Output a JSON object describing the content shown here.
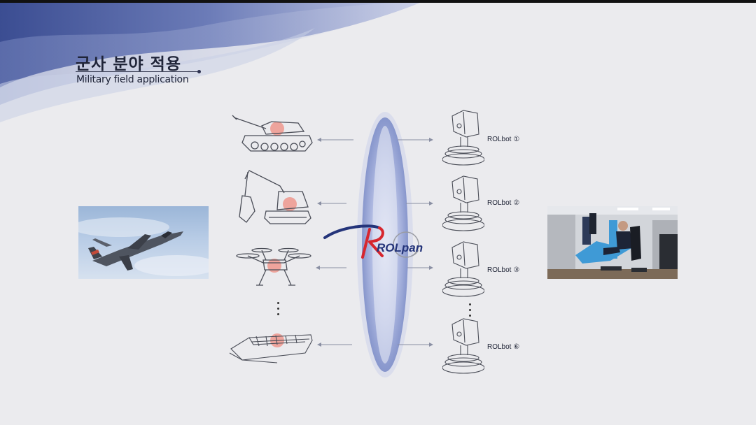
{
  "slide": {
    "title_ko": "군사 분야 적용",
    "title_en": "Military field application"
  },
  "logo": {
    "text": "ROLpan",
    "accent_color": "#d7262e",
    "brand_color": "#24347a"
  },
  "rolbots": [
    {
      "label": "ROLbot ①"
    },
    {
      "label": "ROLbot ②"
    },
    {
      "label": "ROLbot ③"
    },
    {
      "label": "ROLbot ⑥"
    }
  ],
  "vehicles": [
    {
      "icon": "tank-icon"
    },
    {
      "icon": "excavator-icon"
    },
    {
      "icon": "drone-icon"
    },
    {
      "icon": "ship-icon"
    }
  ],
  "photos": {
    "left": "fighter-jet-photo",
    "right": "simulator-photo"
  },
  "colors": {
    "background": "#ebebee",
    "wave": "#3d4f94",
    "highlight": "#e8402d",
    "lens": "#8f9ed3"
  }
}
